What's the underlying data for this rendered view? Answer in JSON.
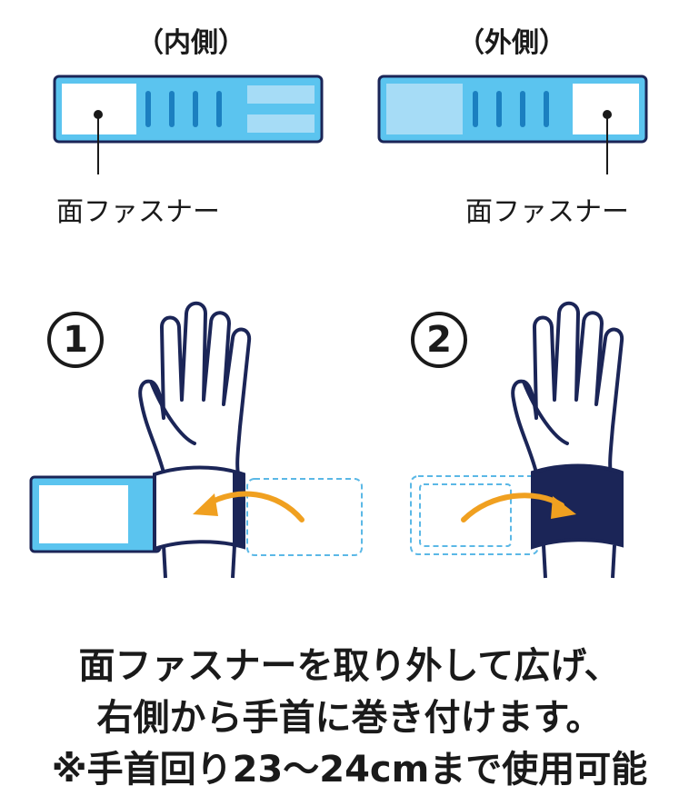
{
  "top": {
    "inner_title": "（内側）",
    "outer_title": "（外側）",
    "inner_fastener_label": "面ファスナー",
    "outer_fastener_label": "面ファスナー"
  },
  "steps": {
    "step1": "1",
    "step2": "2"
  },
  "instructions": {
    "line1": "面ファスナーを取り外して広げ、",
    "line2": "右側から手首に巻き付けます。",
    "line3": "※手首回り23～24cmまで使用可能"
  },
  "colors": {
    "band_blue": "#5bc4ef",
    "band_light": "#a6dcf6",
    "navy": "#1b2557",
    "arrow_orange": "#f0a020",
    "dashed_blue": "#5bb8e6"
  }
}
